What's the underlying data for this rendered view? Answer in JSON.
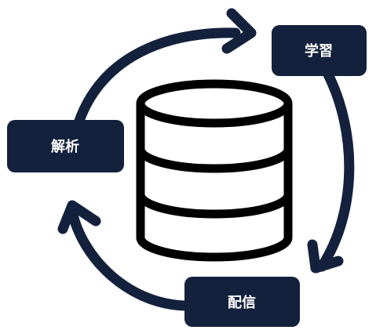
{
  "colors": {
    "node_fill": "#14213d",
    "arrow": "#14213d",
    "database_stroke": "#000000",
    "node_text": "#ffffff",
    "background": "#ffffff"
  },
  "nodes": {
    "learn": {
      "label": "学習"
    },
    "analyze": {
      "label": "解析"
    },
    "deliver": {
      "label": "配信"
    }
  },
  "center_icon": "database-icon"
}
